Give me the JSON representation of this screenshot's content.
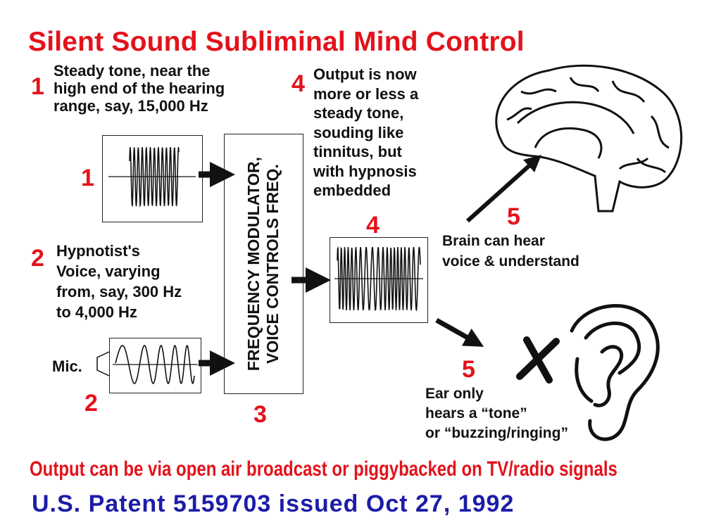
{
  "title": "Silent Sound Subliminal Mind Control",
  "step1": {
    "number": "1",
    "lines": [
      "Steady tone, near the",
      "high end of the hearing",
      "range, say,  15,000 Hz"
    ],
    "box_number": "1"
  },
  "step2": {
    "number": "2",
    "lines": [
      "Hypnotist's",
      "Voice, varying",
      "from, say, 300 Hz",
      "to 4,000 Hz"
    ],
    "mic_label": "Mic.",
    "box_number": "2"
  },
  "step3": {
    "lines": [
      "FREQUENCY MODULATOR,",
      "VOICE CONTROLS FREQ."
    ],
    "number": "3"
  },
  "step4": {
    "number": "4",
    "lines": [
      "Output is now",
      "more or less a",
      "steady tone,",
      "souding like",
      "tinnitus, but",
      "with hypnosis",
      "embedded"
    ],
    "box_number": "4"
  },
  "step5_brain": {
    "number": "5",
    "lines": [
      "Brain can hear",
      "voice & understand"
    ]
  },
  "step5_ear": {
    "number": "5",
    "lines": [
      "Ear only",
      "hears a “tone”",
      "or “buzzing/ringing”"
    ]
  },
  "footer": {
    "note": "Output can be via open air broadcast or piggybacked on TV/radio signals",
    "patent": "U.S. Patent 5159703 issued Oct 27, 1992"
  },
  "colors": {
    "red": "#e3121b",
    "blue": "#1c1ca8",
    "black": "#111111"
  }
}
